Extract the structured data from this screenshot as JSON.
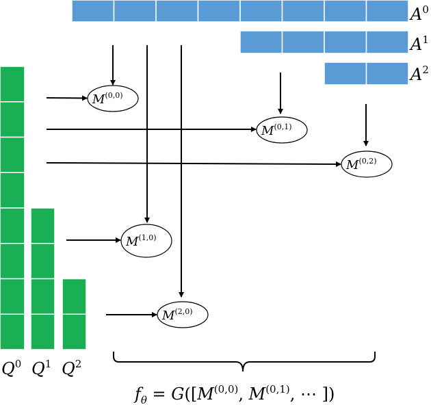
{
  "colors": {
    "blue": "#5b9bd5",
    "green": "#1aaf54",
    "stroke": "#000000",
    "background": "#ffffff"
  },
  "a_rows": [
    {
      "base": "A",
      "sup": "0",
      "cells": 8
    },
    {
      "base": "A",
      "sup": "1",
      "cells": 4
    },
    {
      "base": "A",
      "sup": "2",
      "cells": 2
    }
  ],
  "q_columns": [
    {
      "base": "Q",
      "sup": "0",
      "cells": 8
    },
    {
      "base": "Q",
      "sup": "1",
      "cells": 4
    },
    {
      "base": "Q",
      "sup": "2",
      "cells": 2
    }
  ],
  "modules": [
    {
      "base": "M",
      "sup": "(0,0)"
    },
    {
      "base": "M",
      "sup": "(0,1)"
    },
    {
      "base": "M",
      "sup": "(0,2)"
    },
    {
      "base": "M",
      "sup": "(1,0)"
    },
    {
      "base": "M",
      "sup": "(2,0)"
    }
  ],
  "formula": {
    "f": "f",
    "theta": "θ",
    "equals": " = ",
    "g": "G",
    "open": "([",
    "m": "M",
    "sup1": "(0,0)",
    "comma": ", ",
    "sup2": "(0,1)",
    "rest": ", ⋯ ])"
  }
}
